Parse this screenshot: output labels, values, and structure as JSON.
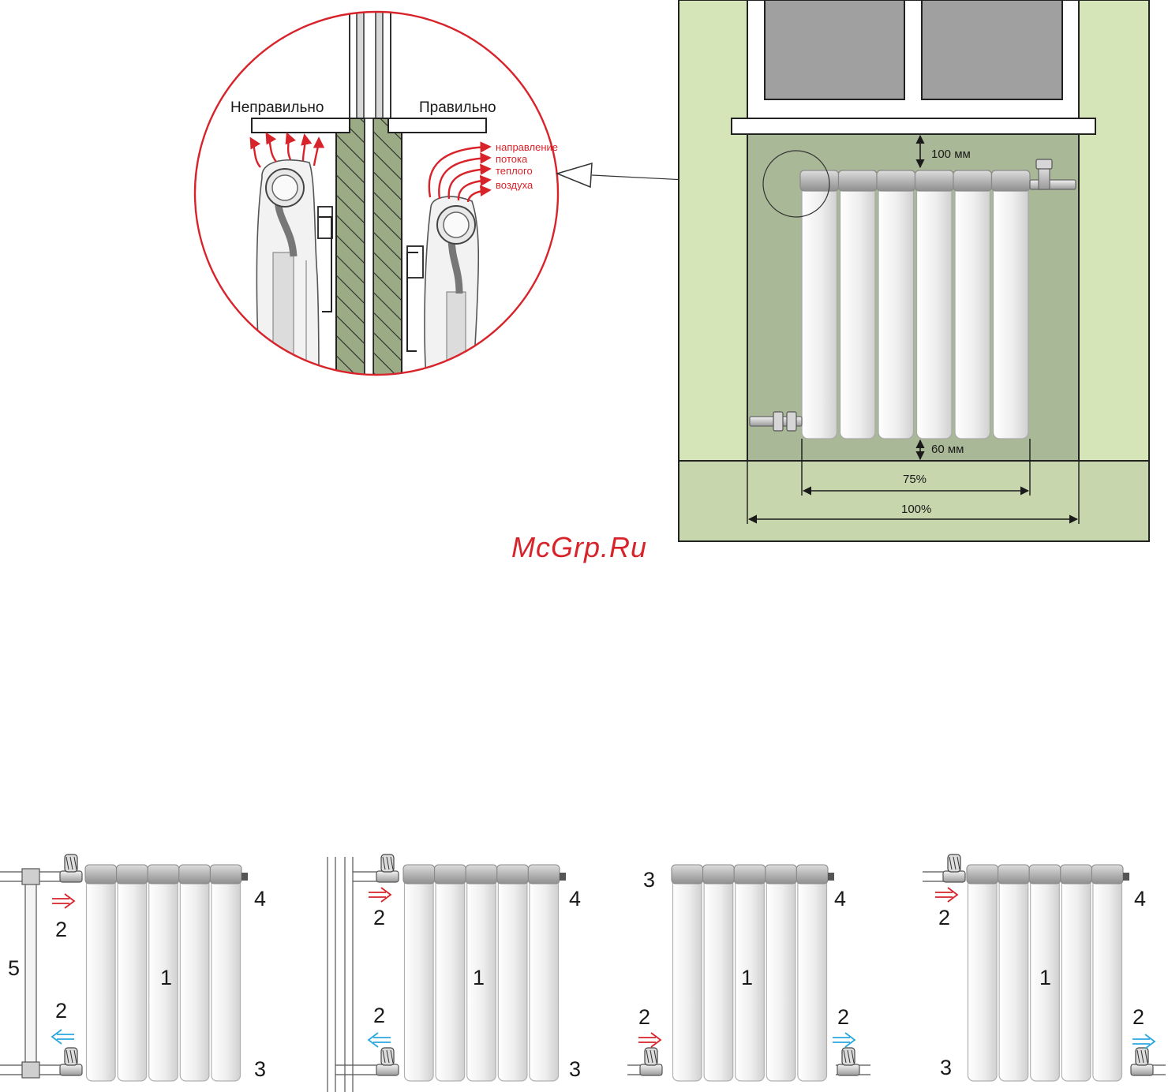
{
  "colors": {
    "wall_light": "#d6e5b8",
    "niche": "#a9b897",
    "floor": "#c7d6ad",
    "glass": "#a0a0a0",
    "hot_flow": "#d8232a",
    "cold_flow": "#2aa7df",
    "radiator_fill": "#eeeeee",
    "radiator_stroke": "#a8a8a8",
    "hatch": "#9aab85"
  },
  "watermark": "McGrp.Ru",
  "detail": {
    "wrong_label": "Неправильно",
    "right_label": "Правильно",
    "airflow_lines": [
      "направление",
      "потока",
      "теплого",
      "воздуха"
    ]
  },
  "installation": {
    "top_gap": "100 мм",
    "bottom_gap": "60 мм",
    "radiator_width": "75%",
    "niche_width": "100%",
    "section_count": 6
  },
  "schemes": [
    {
      "id": "a",
      "labels": {
        "radiator": "1",
        "top_inlet": "2",
        "bottom_outlet": "2",
        "right_top": "4",
        "right_bottom": "3",
        "bypass": "5"
      },
      "arrows": {
        "top": "hot-right",
        "bottom": "cold-left"
      }
    },
    {
      "id": "b",
      "labels": {
        "radiator": "1",
        "top_inlet": "2",
        "bottom_outlet": "2",
        "right_top": "4",
        "right_bottom": "3"
      },
      "arrows": {
        "top": "hot-right",
        "bottom": "cold-left"
      }
    },
    {
      "id": "c",
      "labels": {
        "radiator": "1",
        "left_top": "3",
        "right_top": "4",
        "bottom_left": "2",
        "bottom_right": "2"
      },
      "arrows": {
        "bottom_left": "hot-right",
        "bottom_right": "cold-right"
      }
    },
    {
      "id": "d",
      "labels": {
        "radiator": "1",
        "top_inlet": "2",
        "right_top": "4",
        "bottom_right": "2",
        "left_bottom": "3"
      },
      "arrows": {
        "top": "hot-right",
        "bottom_right": "cold-right"
      }
    }
  ]
}
